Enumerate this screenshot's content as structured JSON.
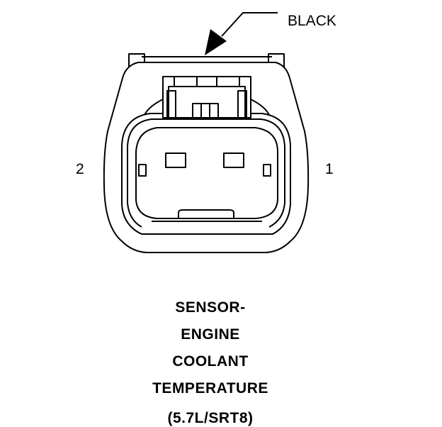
{
  "connector": {
    "color_label": "BLACK",
    "pin_left": "2",
    "pin_right": "1"
  },
  "caption": {
    "line1": "SENSOR-",
    "line2": "ENGINE",
    "line3": "COOLANT",
    "line4": "TEMPERATURE",
    "line5": "(5.7L/SRT8)"
  }
}
